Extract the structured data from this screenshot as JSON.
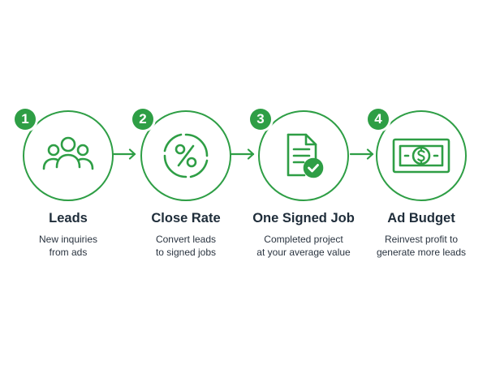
{
  "colors": {
    "accent": "#2e9e45",
    "text": "#1f2d3a",
    "background": "#ffffff"
  },
  "steps": [
    {
      "number": "1",
      "icon": "people-icon",
      "title": "Leads",
      "desc_line1": "New inquiries",
      "desc_line2": "from ads"
    },
    {
      "number": "2",
      "icon": "percent-icon",
      "title": "Close Rate",
      "desc_line1": "Convert leads",
      "desc_line2": "to signed jobs"
    },
    {
      "number": "3",
      "icon": "signed-document-icon",
      "title": "One Signed Job",
      "desc_line1": "Completed project",
      "desc_line2": "at your average value"
    },
    {
      "number": "4",
      "icon": "dollar-bill-icon",
      "title": "Ad Budget",
      "desc_line1": "Reinvest profit to",
      "desc_line2": "generate more leads"
    }
  ],
  "connectors": [
    "arrow-right-icon",
    "arrow-right-icon",
    "arrow-right-icon"
  ]
}
